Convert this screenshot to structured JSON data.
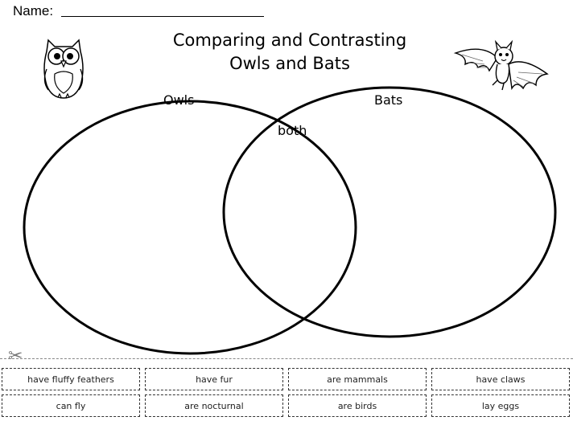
{
  "header": {
    "name_label": "Name:"
  },
  "title": {
    "line1": "Comparing and Contrasting",
    "line2": "Owls and Bats"
  },
  "venn": {
    "left_label": "Owls",
    "right_label": "Bats",
    "overlap_label": "both"
  },
  "cards": [
    {
      "text": "have fluffy feathers"
    },
    {
      "text": "have fur"
    },
    {
      "text": "are mammals"
    },
    {
      "text": "have claws"
    },
    {
      "text": "can fly"
    },
    {
      "text": "are nocturnal"
    },
    {
      "text": "are birds"
    },
    {
      "text": "lay eggs"
    }
  ],
  "icons": {
    "owl": "owl-icon",
    "bat": "bat-icon",
    "scissors": "scissors-icon"
  }
}
